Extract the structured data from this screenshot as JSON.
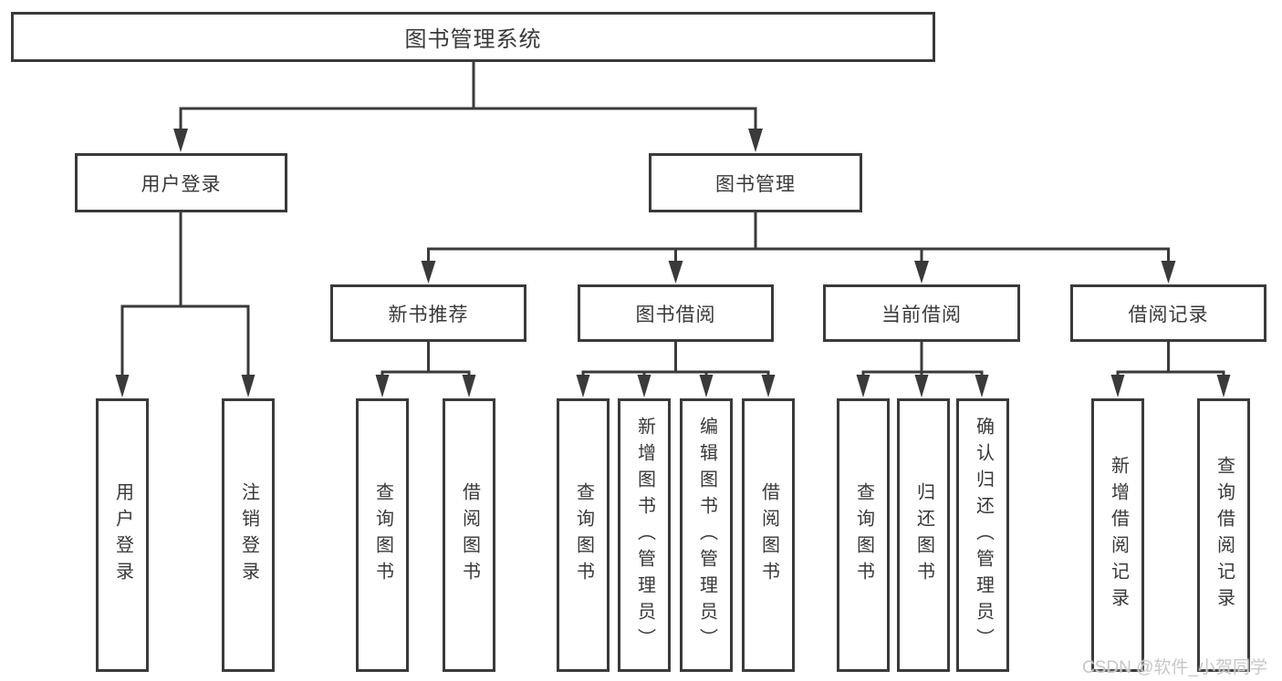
{
  "diagram": {
    "title": "图书管理系统",
    "root": {
      "label": "图书管理系统"
    },
    "branches": [
      {
        "label": "用户登录",
        "leaves": [
          {
            "label": "用户登录"
          },
          {
            "label": "注销登录"
          }
        ]
      },
      {
        "label": "图书管理",
        "groups": [
          {
            "label": "新书推荐",
            "leaves": [
              {
                "label": "查询图书"
              },
              {
                "label": "借阅图书"
              }
            ]
          },
          {
            "label": "图书借阅",
            "leaves": [
              {
                "label": "查询图书"
              },
              {
                "label": "新增图书（管理员）"
              },
              {
                "label": "编辑图书（管理员）"
              },
              {
                "label": "借阅图书"
              }
            ]
          },
          {
            "label": "当前借阅",
            "leaves": [
              {
                "label": "查询图书"
              },
              {
                "label": "归还图书"
              },
              {
                "label": "确认归还（管理员）"
              }
            ]
          },
          {
            "label": "借阅记录",
            "leaves": [
              {
                "label": "新增借阅记录"
              },
              {
                "label": "查询借阅记录"
              }
            ]
          }
        ]
      }
    ],
    "colors": {
      "line": "#3a3a3a",
      "text": "#383838",
      "background": "#ffffff",
      "watermark": "#c7c7c7"
    }
  },
  "watermark": {
    "text": "CSDN @软件_小贺同学"
  }
}
